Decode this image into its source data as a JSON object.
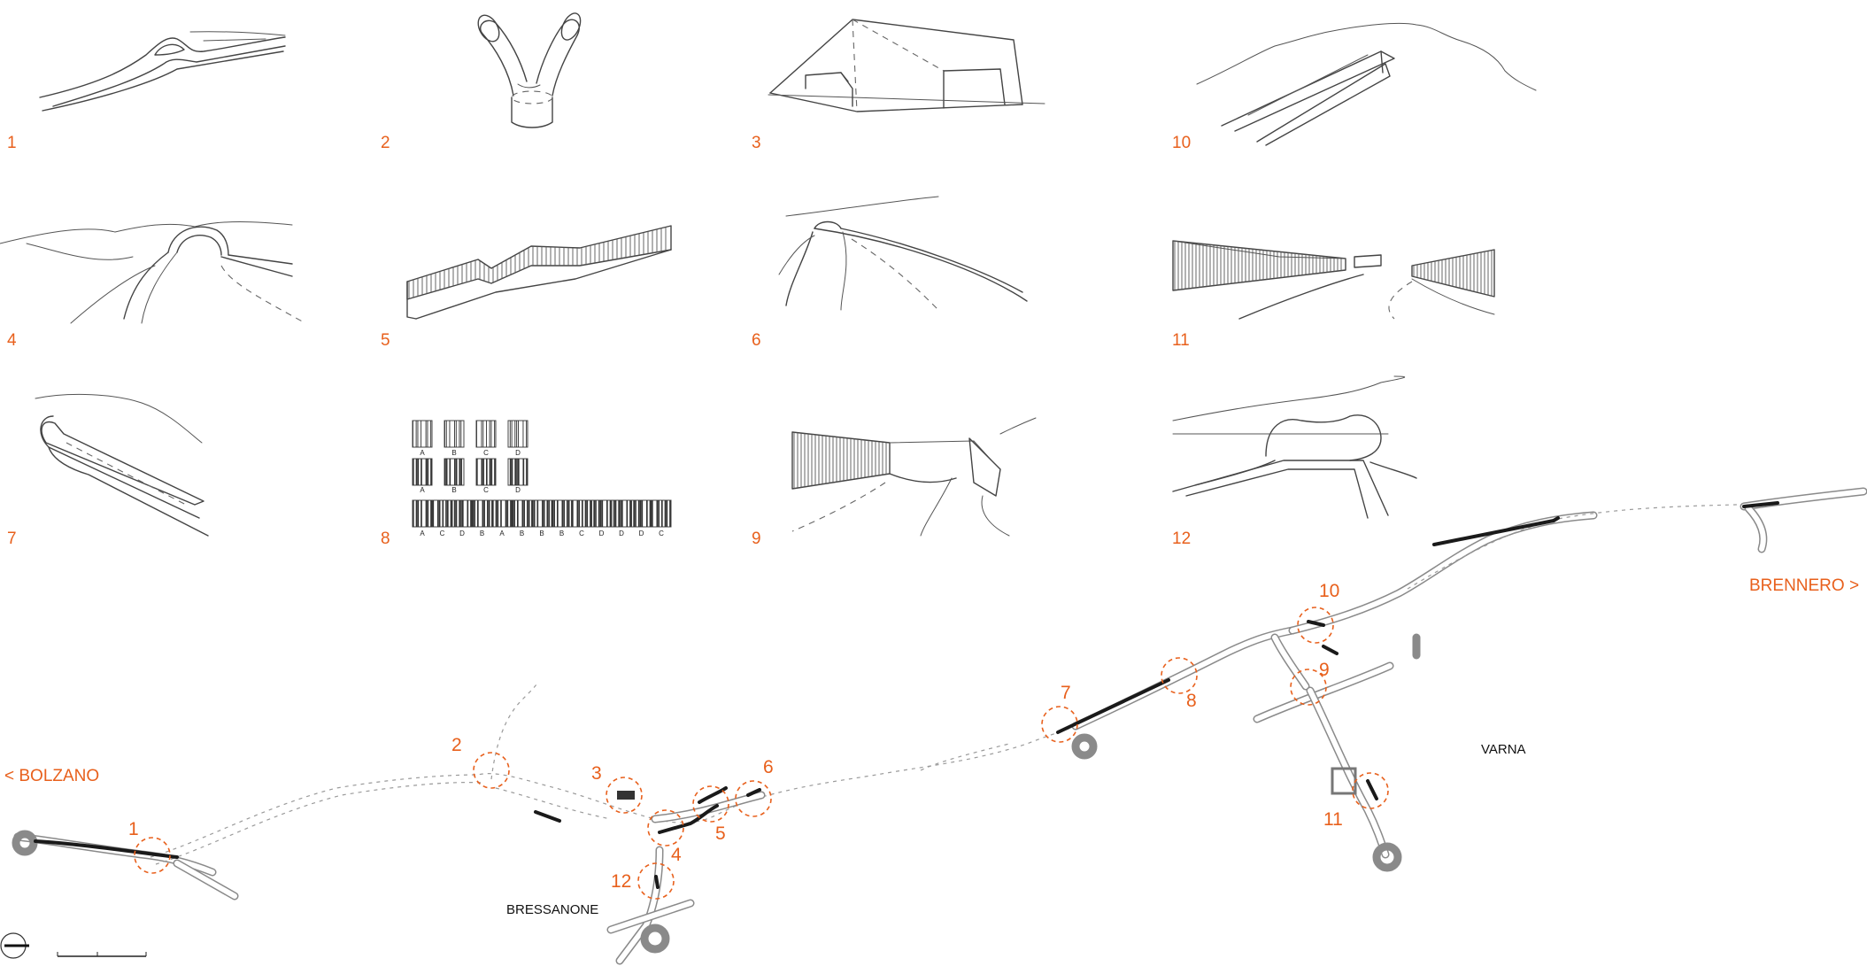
{
  "sketches": [
    {
      "id": "1",
      "label": "1"
    },
    {
      "id": "2",
      "label": "2"
    },
    {
      "id": "3",
      "label": "3"
    },
    {
      "id": "10",
      "label": "10"
    },
    {
      "id": "4",
      "label": "4"
    },
    {
      "id": "5",
      "label": "5"
    },
    {
      "id": "6",
      "label": "6"
    },
    {
      "id": "11",
      "label": "11"
    },
    {
      "id": "7",
      "label": "7"
    },
    {
      "id": "8",
      "label": "8"
    },
    {
      "id": "9",
      "label": "9"
    },
    {
      "id": "12",
      "label": "12"
    }
  ],
  "barcode": {
    "row1_letters": [
      "A",
      "B",
      "C",
      "D"
    ],
    "row2_letters": [
      "A",
      "B",
      "C",
      "D"
    ],
    "row3_letters": [
      "A",
      "C",
      "D",
      "B",
      "A",
      "B",
      "B",
      "B",
      "C",
      "D",
      "D",
      "D",
      "C"
    ]
  },
  "map": {
    "left_destination": "< BOLZANO",
    "right_destination": "BRENNERO >",
    "town_1": "BRESSANONE",
    "town_2": "VARNA",
    "markers": [
      "1",
      "2",
      "3",
      "4",
      "5",
      "6",
      "7",
      "8",
      "9",
      "10",
      "11",
      "12"
    ]
  },
  "colors": {
    "accent": "#e8601c",
    "line": "#444444",
    "road": "#8a8a8a"
  }
}
